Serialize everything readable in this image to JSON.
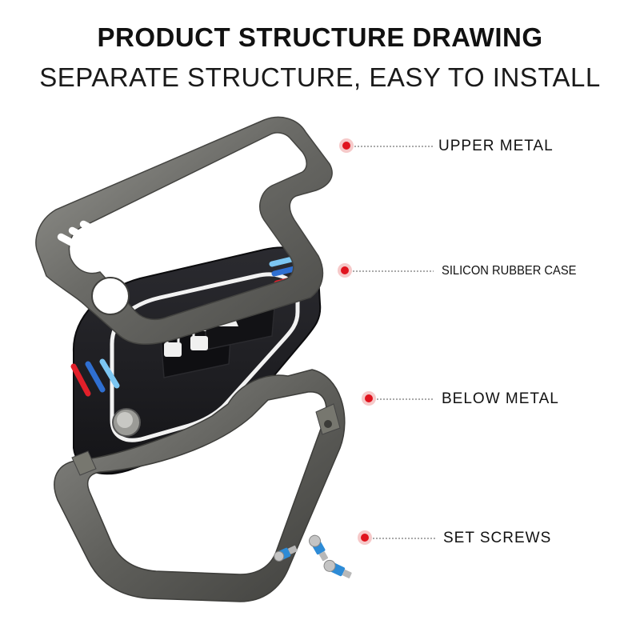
{
  "header": {
    "title": "PRODUCT STRUCTURE DRAWING",
    "subtitle": "SEPARATE STRUCTURE, EASY TO INSTALL"
  },
  "callouts": [
    {
      "label": "UPPER METAL"
    },
    {
      "label": "SILICON RUBBER CASE"
    },
    {
      "label": "BELOW METAL"
    },
    {
      "label": "SET SCREWS"
    }
  ],
  "colors": {
    "marker": "#e0141e",
    "metal": "#6e6e6a",
    "rubber": "#1b1b1f",
    "stripe_red": "#e2202a",
    "stripe_blue": "#2f6fd1",
    "stripe_light_blue": "#7cc6f2",
    "screw_blue": "#2d8bd6"
  },
  "icons": {
    "marker": "red-dot-marker-icon",
    "lock_button": "padlock-icon",
    "unlock_button": "open-padlock-icon",
    "trunk_button": "car-trunk-icon",
    "panic_button": "horn-icon"
  }
}
